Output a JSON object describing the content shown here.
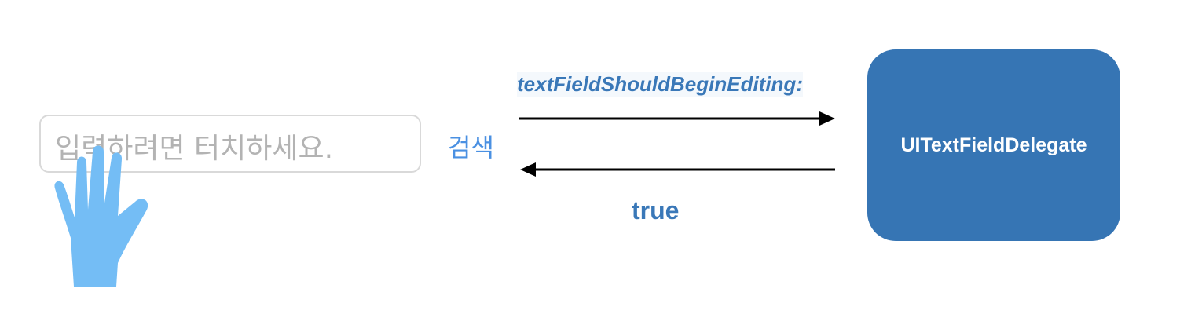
{
  "text_field": {
    "placeholder": "입력하려면 터치하세요."
  },
  "search_label": "검색",
  "method_call": {
    "label": "textFieldShouldBeginEditing:"
  },
  "return_value": {
    "label": "true"
  },
  "delegate": {
    "label": "UITextFieldDelegate"
  },
  "colors": {
    "delegate_box": "#3675b4",
    "hand": "#74bdf5",
    "accent_text": "#3a78b8",
    "search_label": "#4a90e2",
    "arrow": "#000000"
  },
  "icons": {
    "hand": "hand-icon"
  }
}
